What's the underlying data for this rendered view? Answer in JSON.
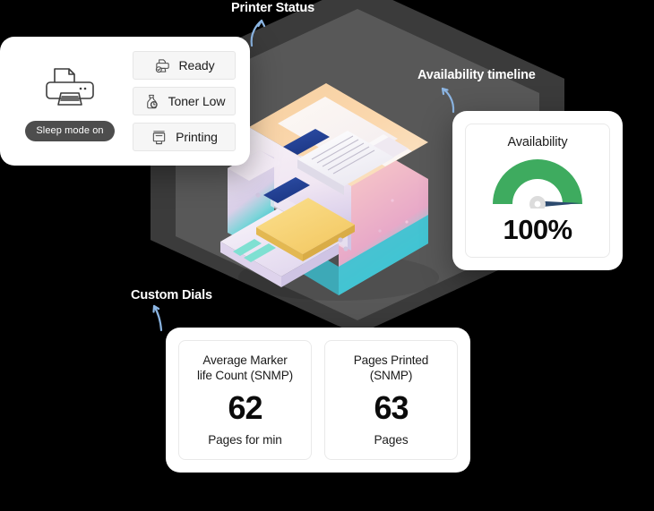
{
  "annotations": {
    "printer_status": "Printer Status",
    "availability_timeline": "Availability timeline",
    "custom_dials": "Custom Dials"
  },
  "printer_status_card": {
    "device_icon": "printer-icon",
    "sleep_badge": "Sleep mode on",
    "statuses": [
      {
        "icon": "printer-ready-icon",
        "label": "Ready"
      },
      {
        "icon": "toner-low-icon",
        "label": "Toner Low"
      },
      {
        "icon": "printing-icon",
        "label": "Printing"
      }
    ]
  },
  "availability_card": {
    "title": "Availability",
    "value": "100%",
    "gauge_icon": "gauge-icon",
    "gauge_color": "#3eab5f",
    "needle_color": "#2c4a6e",
    "hub_color": "#dcdcdc"
  },
  "custom_dials_card": {
    "dials": [
      {
        "title": "Average Marker\nlife Count (SNMP)",
        "title_line1": "Average Marker",
        "title_line2": "life Count (SNMP)",
        "value": "62",
        "unit": "Pages for min"
      },
      {
        "title": "Pages Printed\n(SNMP)",
        "title_line1": "Pages Printed",
        "title_line2": "(SNMP)",
        "value": "63",
        "unit": "Pages"
      }
    ]
  },
  "illustration": {
    "name": "isometric-printer-illustration"
  },
  "theme": {
    "background": "#000000",
    "hex_outer": "#3b3b3b",
    "hex_inner": "#585858",
    "arrow_color": "#8cb6e4",
    "badge_background": "#4d4d4d",
    "chip_background": "#f6f6f6"
  },
  "chart_data": {
    "type": "gauge",
    "title": "Availability",
    "value": 100,
    "unit": "%",
    "range": [
      0,
      100
    ],
    "arc_color": "#3eab5f",
    "needle_angle_deg": 90,
    "display_value": "100%"
  }
}
